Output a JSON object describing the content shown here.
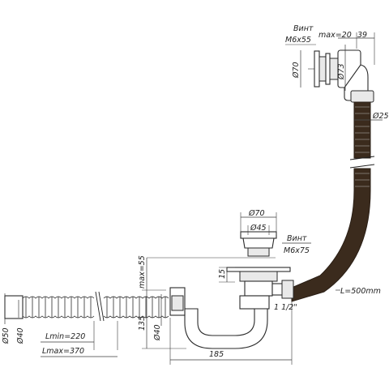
{
  "labels": {
    "vint_top": "Винт",
    "m6x55": "M6x55",
    "max20": "max=20",
    "d39": "39",
    "d70_top": "Ø70",
    "d73": "Ø73",
    "d25": "Ø25",
    "d70_mid": "Ø70",
    "d45": "Ø45",
    "vint_mid": "Винт",
    "m6x75": "M6x75",
    "max55": "max=55",
    "d15": "15",
    "l500": "L=500mm",
    "thread": "1 1/2\"",
    "d50": "Ø50",
    "d40_left": "Ø40",
    "lmin": "Lmin=220",
    "lmax": "Lmax=370",
    "d135": "135",
    "d40_mid": "Ø40",
    "d185": "185"
  }
}
